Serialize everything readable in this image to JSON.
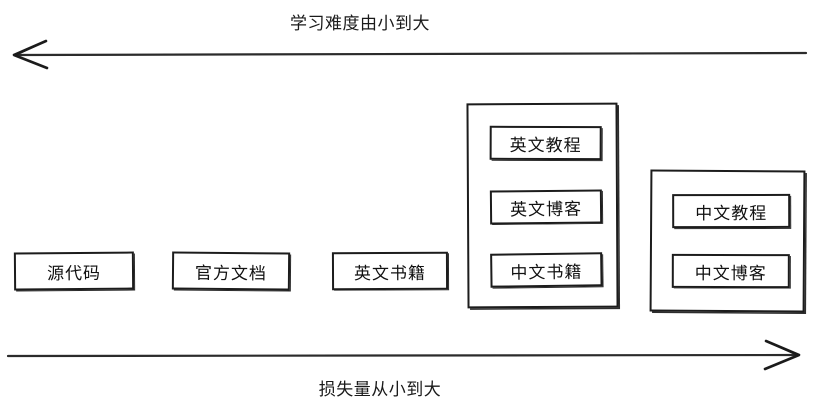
{
  "diagram": {
    "title_top": "学习难度由小到大",
    "title_bottom": "损失量从小到大",
    "stroke_color": "#1c1c1c",
    "background_color": "#ffffff",
    "top_axis": {
      "label": "学习难度由小到大",
      "direction": "left",
      "arrowhead": "left-arrow-icon"
    },
    "bottom_axis": {
      "label": "损失量从小到大",
      "direction": "right",
      "arrowhead": "right-arrow-icon"
    },
    "nodes": [
      {
        "label": "源代码"
      },
      {
        "label": "官方文档"
      },
      {
        "label": "英文书籍"
      }
    ],
    "groups": [
      {
        "name": "group-english-media",
        "items": [
          {
            "label": "英文教程"
          },
          {
            "label": "英文博客"
          },
          {
            "label": "中文书籍"
          }
        ]
      },
      {
        "name": "group-chinese-media",
        "items": [
          {
            "label": "中文教程"
          },
          {
            "label": "中文博客"
          }
        ]
      }
    ]
  }
}
